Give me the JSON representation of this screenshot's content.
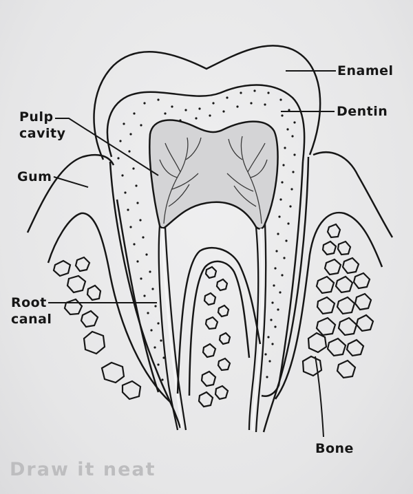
{
  "labels": {
    "enamel": "Enamel",
    "dentin": "Dentin",
    "pulp_cavity": "Pulp\ncavity",
    "gum": "Gum",
    "root_canal": "Root\ncanal",
    "bone": "Bone"
  },
  "watermark": "Draw it neat",
  "colors": {
    "ink": "#161616",
    "paper": "#e9e9ea",
    "pulp": "#d4d4d6",
    "watermark": "#bdbdbf"
  }
}
